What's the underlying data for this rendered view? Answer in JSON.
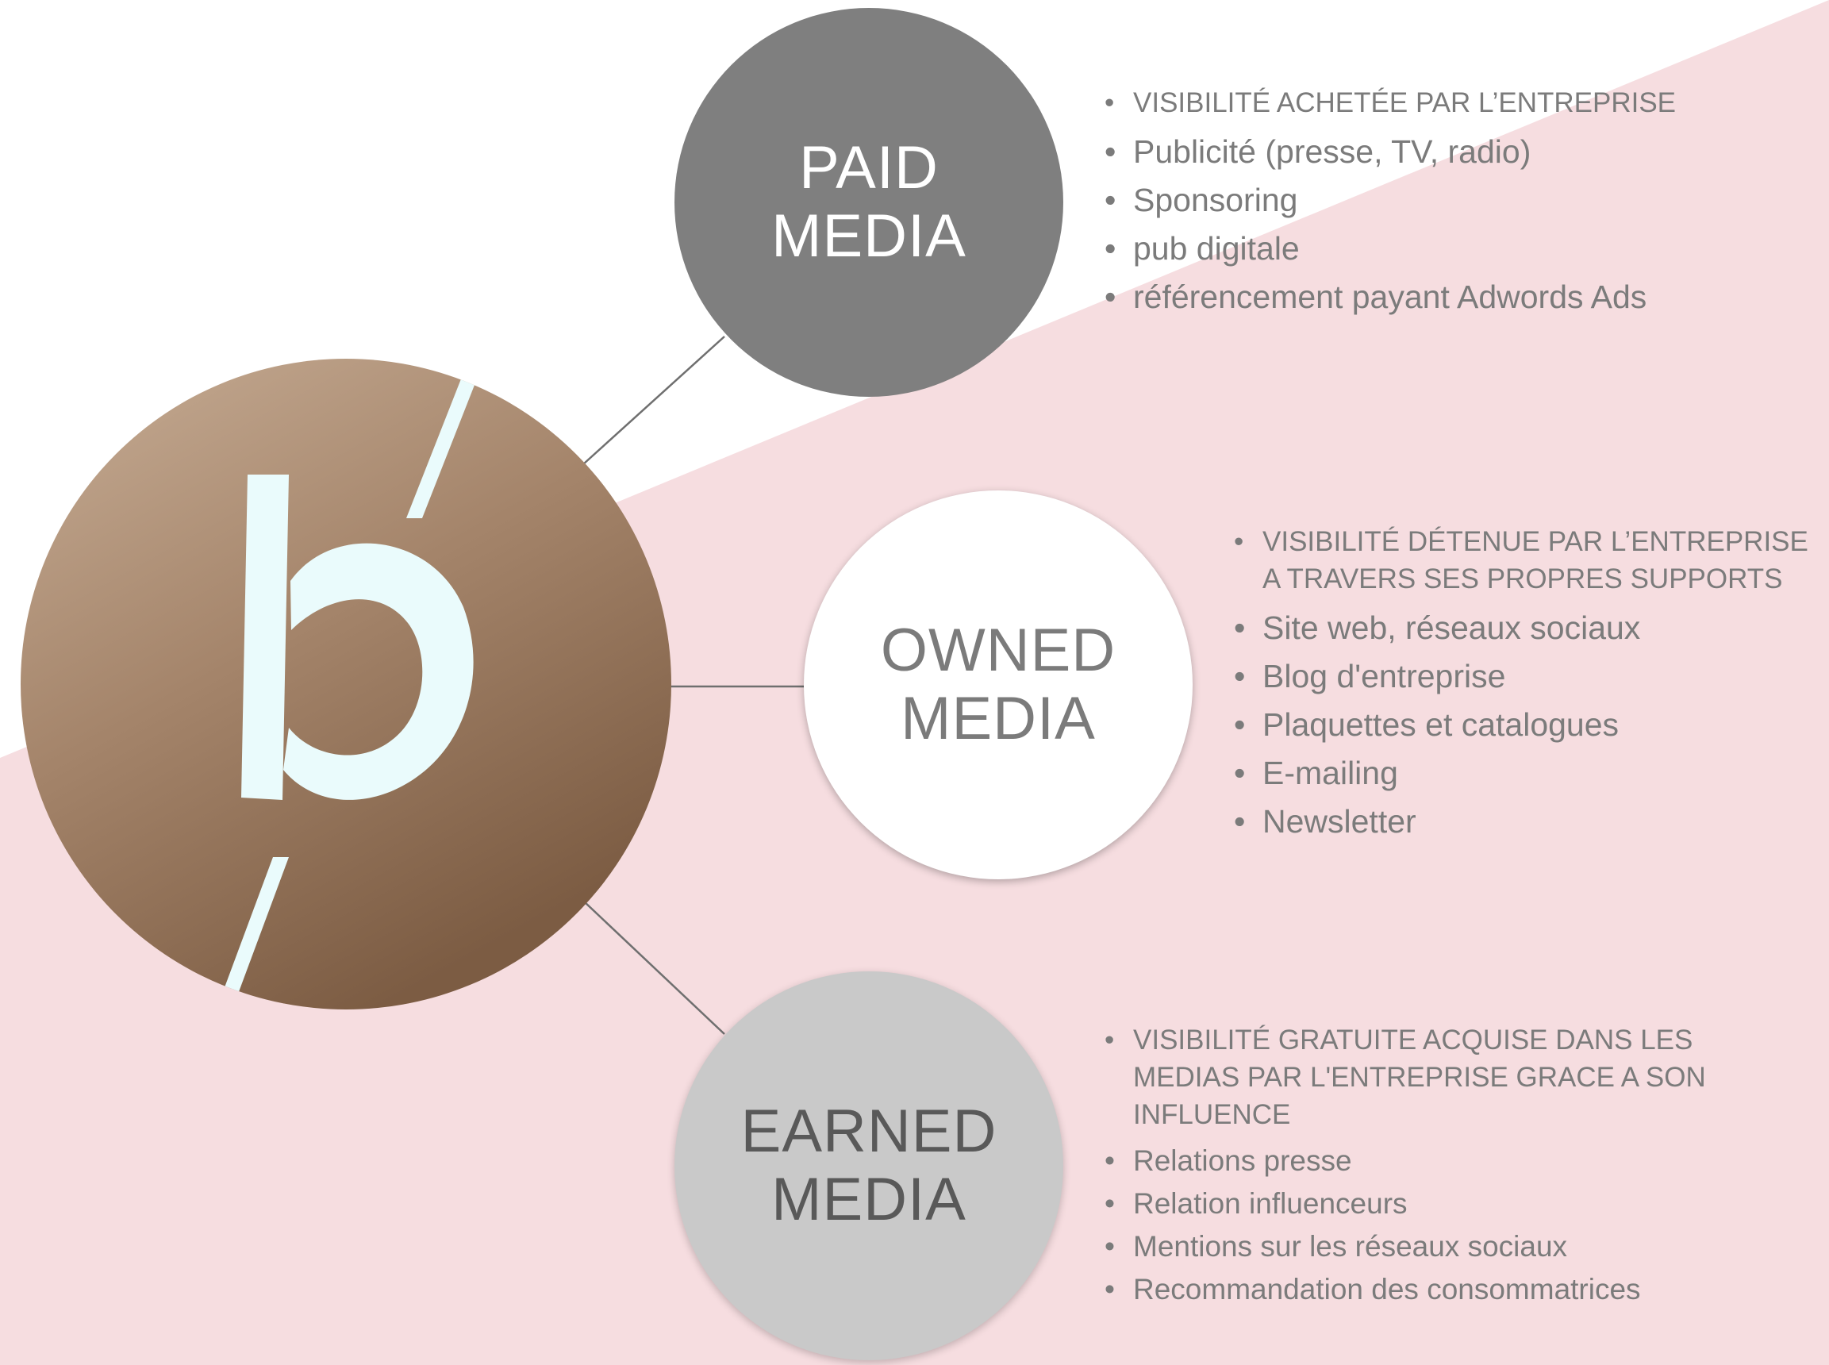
{
  "colors": {
    "background_white": "#ffffff",
    "background_pink": "#f6dde0",
    "paid_circle": "#7f7f7f",
    "owned_circle": "#ffffff",
    "earned_circle": "#c9c9c9",
    "logo_top": "#c7ad95",
    "logo_bottom": "#7c5c43",
    "logo_mark": "#eafbfc",
    "connector": "#6f6f6f",
    "text_gray": "#7b7b7b"
  },
  "logo": {
    "glyph": "b",
    "icon": "brand-b-logo"
  },
  "paid": {
    "title": "PAID\nMEDIA",
    "items": [
      "VISIBILITÉ ACHETÉE PAR L’ENTREPRISE",
      "Publicité (presse, TV, radio)",
      "Sponsoring",
      "pub digitale",
      "référencement payant Adwords  Ads"
    ]
  },
  "owned": {
    "title": "OWNED\nMEDIA",
    "items": [
      "VISIBILITÉ DÉTENUE PAR L’ENTREPRISE A TRAVERS SES PROPRES SUPPORTS",
      "Site web, réseaux sociaux",
      "Blog d'entreprise",
      "Plaquettes et catalogues",
      "E-mailing",
      "Newsletter"
    ]
  },
  "earned": {
    "title": "EARNED\nMEDIA",
    "items": [
      "VISIBILITÉ GRATUITE ACQUISE DANS LES MEDIAS PAR L'ENTREPRISE GRACE A SON INFLUENCE",
      "Relations presse",
      "Relation influenceurs",
      "Mentions sur les réseaux sociaux",
      "Recommandation des consommatrices"
    ]
  }
}
